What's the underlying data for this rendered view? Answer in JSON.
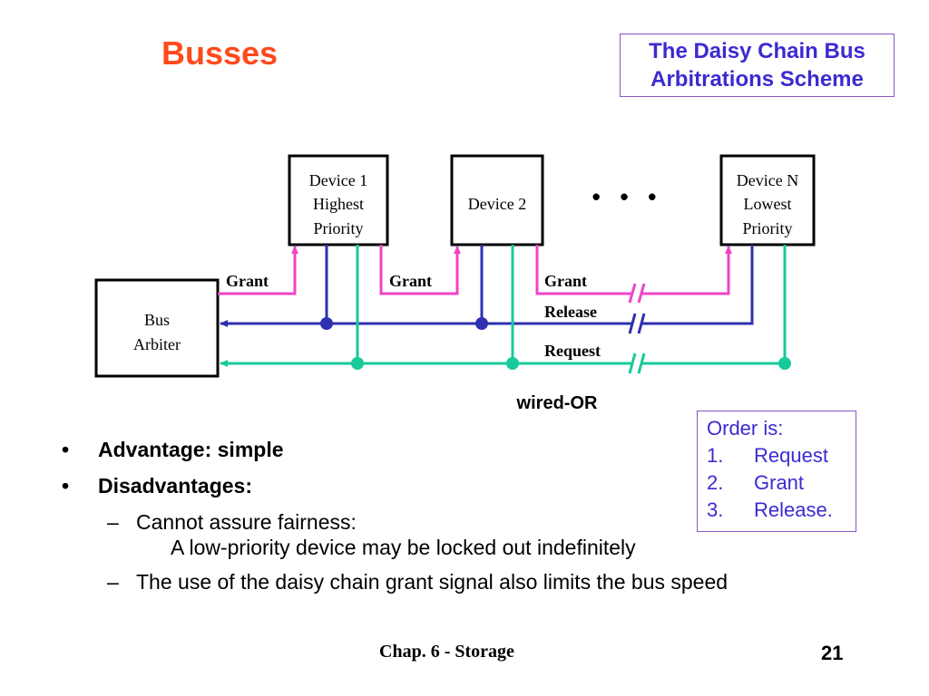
{
  "title": "Busses",
  "scheme_title": {
    "line1": "The Daisy Chain Bus",
    "line2": "Arbitrations Scheme"
  },
  "diagram": {
    "arbiter": {
      "line1": "Bus",
      "line2": "Arbiter"
    },
    "device1": {
      "line1": "Device 1",
      "line2": "Highest",
      "line3": "Priority"
    },
    "device2": {
      "line1": "Device 2"
    },
    "deviceN": {
      "line1": "Device N",
      "line2": "Lowest",
      "line3": "Priority"
    },
    "ellipsis": "•   •   •",
    "grant_label": "Grant",
    "release_label": "Release",
    "request_label": "Request",
    "wired_or": "wired-OR",
    "colors": {
      "grant": "#ee44c8",
      "release": "#2e31b0",
      "request": "#18c99a",
      "box": "#000000"
    }
  },
  "bullets": {
    "advantage": "Advantage: simple",
    "disadvantages": "Disadvantages:",
    "sub1_line1": "Cannot assure fairness:",
    "sub1_line2": "A low-priority device may be locked out indefinitely",
    "sub2": "The use of the daisy chain grant signal also limits the bus speed",
    "bullet_glyph": "•",
    "dash_glyph": "–"
  },
  "order": {
    "heading": "Order is:",
    "items": [
      {
        "num": "1.",
        "label": "Request"
      },
      {
        "num": "2.",
        "label": "Grant"
      },
      {
        "num": "3.",
        "label": "Release."
      }
    ]
  },
  "footer": {
    "chapter": "Chap. 6 - Storage",
    "page": "21"
  }
}
